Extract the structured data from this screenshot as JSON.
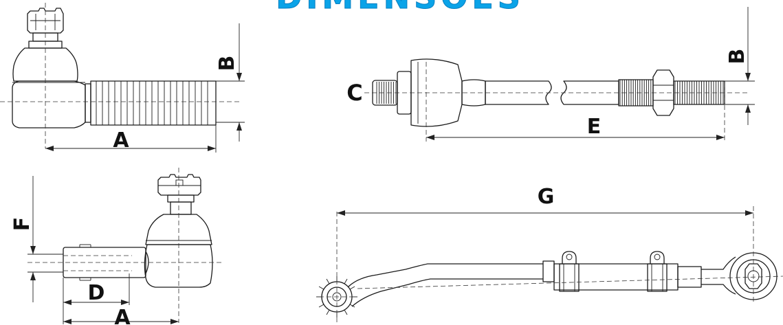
{
  "title": "DIMENSÕES",
  "labels": {
    "a1": "A",
    "b1": "B",
    "b2": "B",
    "c": "C",
    "e": "E",
    "f": "F",
    "d": "D",
    "a2": "A",
    "g": "G"
  },
  "colors": {
    "title": "#0aa3e8",
    "ink": "#1a1a1a"
  }
}
